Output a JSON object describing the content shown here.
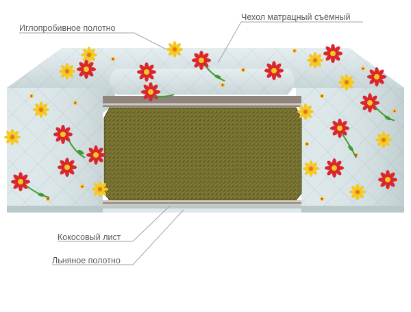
{
  "labels": {
    "needle_punched": "Иглопробивное полотно",
    "cover": "Чехол матрацный съёмный",
    "coconut": "Кокосовый лист",
    "linen": "Льняное полотно"
  },
  "colors": {
    "fabric": "#dde8ea",
    "fabric_shade": "#b9c8cb",
    "coir": "#6f6a2c",
    "coir_dark": "#4b471a",
    "felt": "#8f857c",
    "linen": "#cfc9c1",
    "flower_red": "#d9272e",
    "flower_yellow": "#f4c81f",
    "leaf": "#3f9a32",
    "leader_line": "#9ea2a5"
  }
}
